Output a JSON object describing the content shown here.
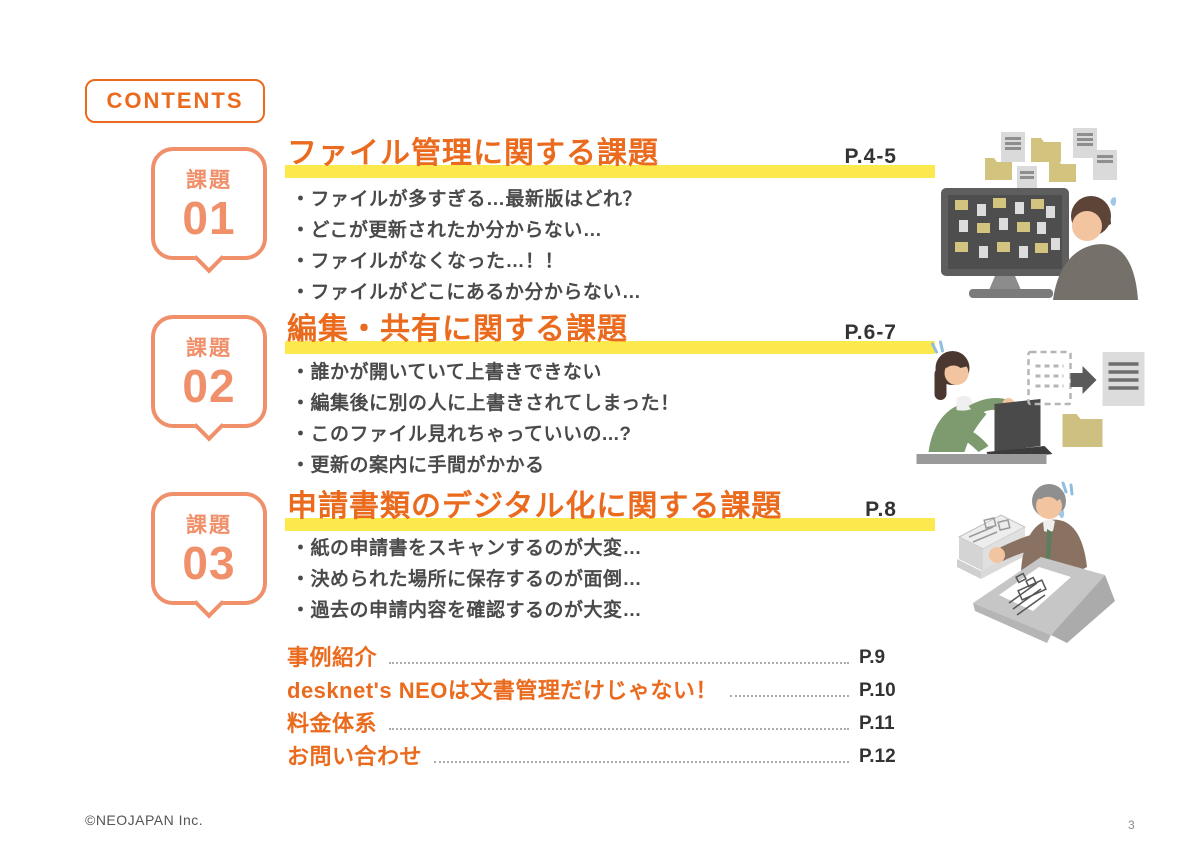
{
  "header": {
    "contents_label": "CONTENTS"
  },
  "colors": {
    "accent_orange": "#EB6B1E",
    "bubble_orange": "#F0906B",
    "highlight_yellow": "#FBE94E",
    "body_text": "#4A4A4A"
  },
  "sections": [
    {
      "badge_label": "課題",
      "badge_number": "01",
      "title": "ファイル管理に関する課題",
      "page_ref": "P.4-5",
      "bullets": [
        "・ファイルが多すぎる…最新版はどれ？",
        "・どこが更新されたか分からない…",
        "・ファイルがなくなった…！！",
        "・ファイルがどこにあるか分からない…"
      ],
      "illustration": "man-at-cluttered-monitor"
    },
    {
      "badge_label": "課題",
      "badge_number": "02",
      "title": "編集・共有に関する課題",
      "page_ref": "P.6-7",
      "bullets": [
        "・誰かが開いていて上書きできない",
        "・編集後に別の人に上書きされてしまった！",
        "・このファイル見れちゃっていいの...?",
        "・更新の案内に手間がかかる"
      ],
      "illustration": "woman-sharing-file-at-laptop"
    },
    {
      "badge_label": "課題",
      "badge_number": "03",
      "title": "申請書類のデジタル化に関する課題",
      "page_ref": "P.8",
      "bullets": [
        "・紙の申請書をスキャンするのが大変…",
        "・決められた場所に保存するのが面倒…",
        "・過去の申請内容を確認するのが大変…"
      ],
      "illustration": "man-scanning-paper-stack"
    }
  ],
  "toc_links": [
    {
      "label": "事例紹介",
      "page_ref": "P.9"
    },
    {
      "label": "desknet's NEOは文書管理だけじゃない！",
      "page_ref": "P.10"
    },
    {
      "label": "料金体系",
      "page_ref": "P.11"
    },
    {
      "label": "お問い合わせ",
      "page_ref": "P.12"
    }
  ],
  "footer": {
    "copyright": "©NEOJAPAN Inc.",
    "page_number": "3"
  }
}
